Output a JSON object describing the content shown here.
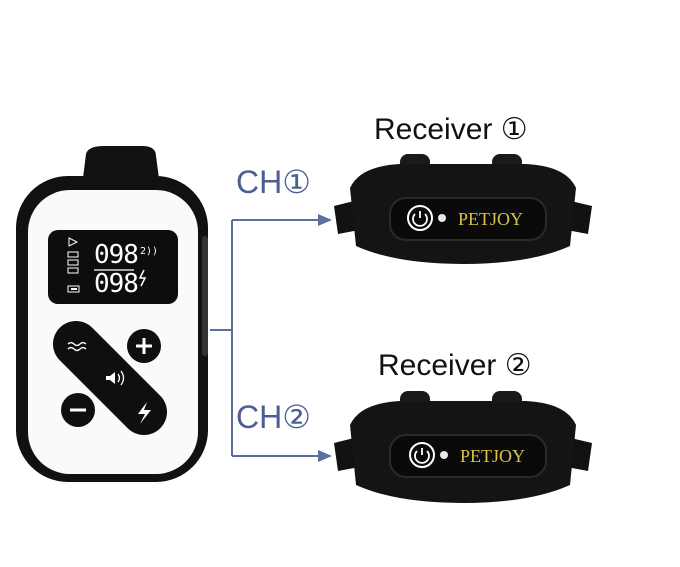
{
  "receivers": [
    {
      "title": "Receiver ①",
      "channel": "CH①",
      "brand": "PETJOY"
    },
    {
      "title": "Receiver ②",
      "channel": "CH②",
      "brand": "PETJOY"
    }
  ],
  "remote": {
    "display": {
      "top_value": "098",
      "bottom_value": "098"
    },
    "buttons": [
      "vibrate",
      "plus",
      "sound",
      "minus",
      "shock"
    ]
  },
  "colors": {
    "channel_text": "#4b5f93",
    "connector_line": "#5a6e9f",
    "device_black": "#111111",
    "brand_gold": "#d8c24a"
  }
}
